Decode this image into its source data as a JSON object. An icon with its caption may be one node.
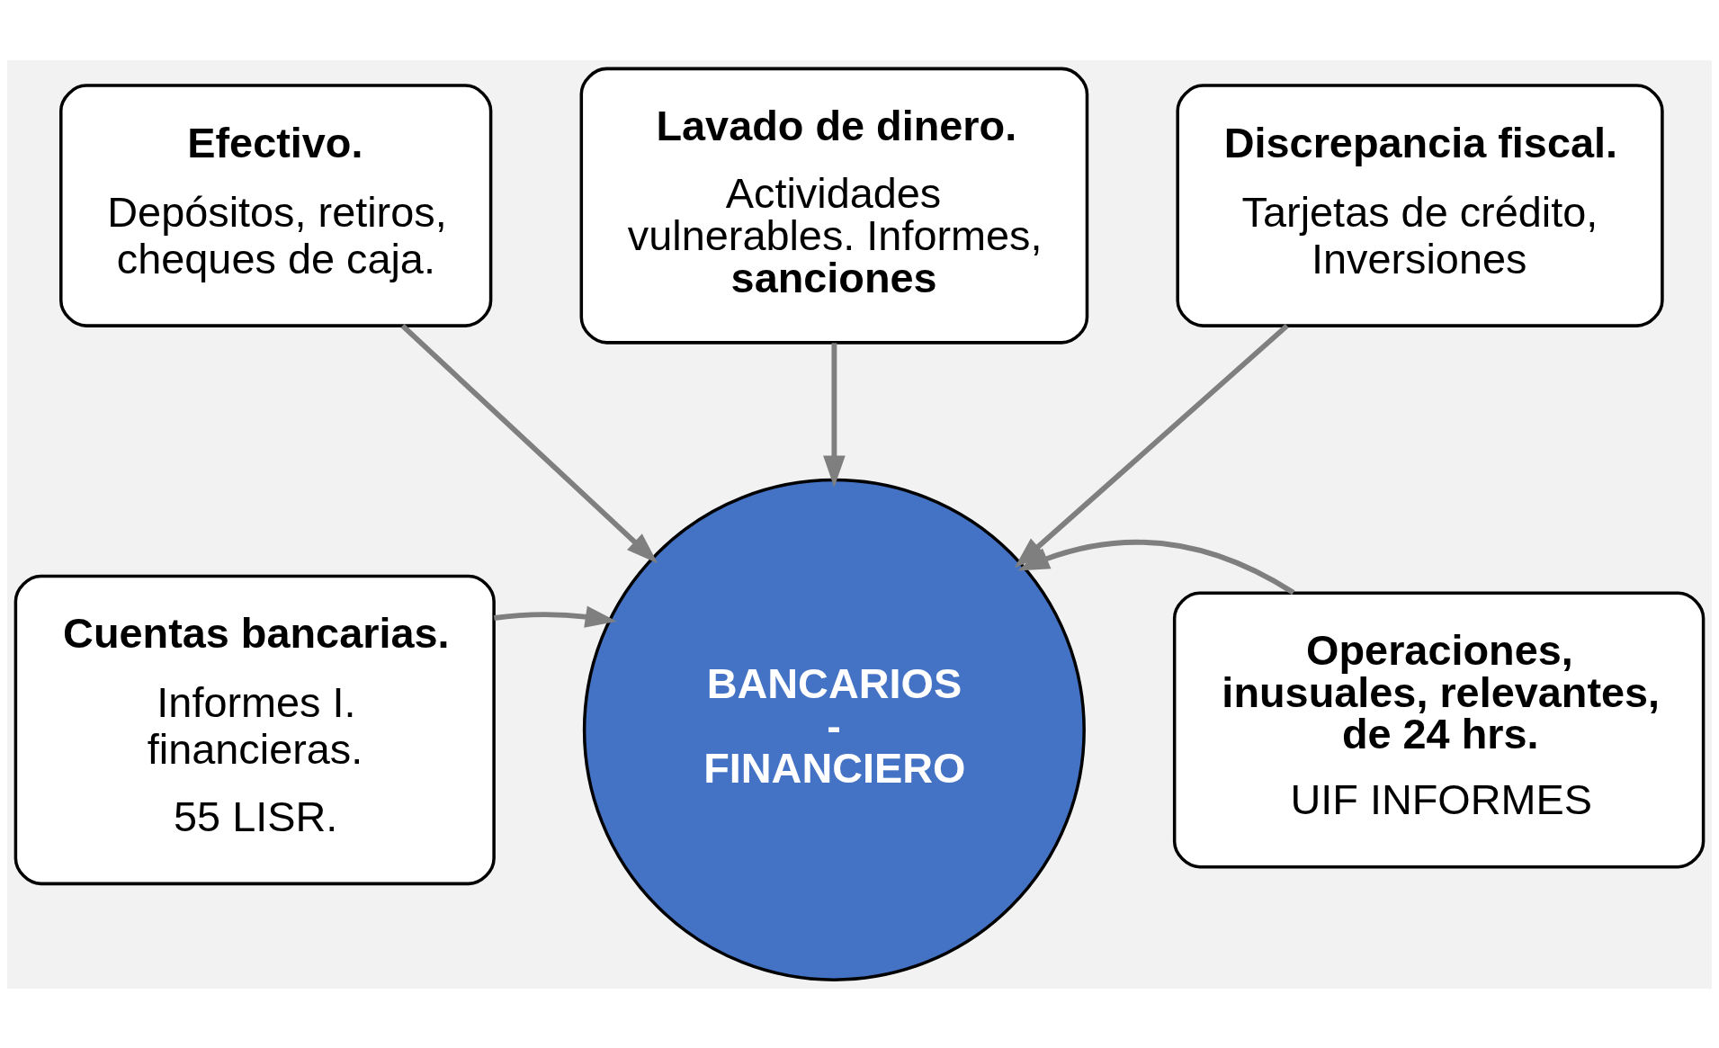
{
  "diagram": {
    "nodes": [
      {
        "text": [
          "Lavado de dinero.",
          "Actividades vulnerables. Informes, **sanciones**"
        ]
      },
      {
        "text": [
          "Efectivo.",
          "Depósitos, retiros, cheques de caja."
        ]
      },
      {
        "text": [
          "Discrepancia fiscal.",
          "Tarjetas de crédito, Inversiones"
        ]
      },
      {
        "text": [
          "Cuentas bancarias.",
          "Informes I. financieras.",
          "55 LISR."
        ]
      },
      {
        "text": [
          "BANCARIOS - FINANCIERO"
        ]
      },
      {
        "text": [
          "Operaciones, inusuales, relevantes, de 24 hrs.",
          "UIF INFORMES"
        ]
      }
    ],
    "edges": [
      {
        "from": 0,
        "to": 4,
        "arrow": "to"
      },
      {
        "from": 1,
        "to": 4,
        "arrow": "to"
      },
      {
        "from": 2,
        "to": 4,
        "arrow": "to"
      },
      {
        "from": 3,
        "to": 4,
        "arrow": "to"
      },
      {
        "from": 5,
        "to": 4,
        "arrow": "to"
      }
    ]
  }
}
